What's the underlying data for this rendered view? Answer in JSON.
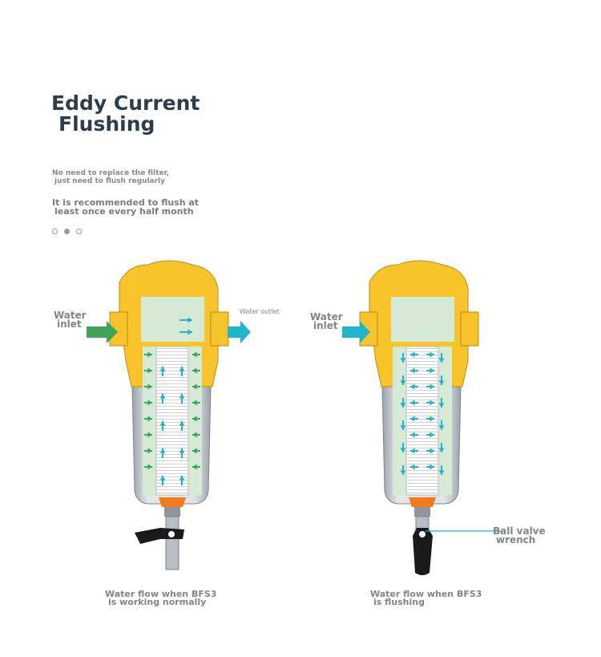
{
  "title": {
    "line1": "Eddy Current",
    "line2": "Flushing"
  },
  "subtitle1": {
    "line1": "No need to replace the filter,",
    "line2": "just need to flush regularly"
  },
  "subtitle2": {
    "line1": "It is recommended to flush at",
    "line2": "least once every half month"
  },
  "pagination": {
    "count": 3,
    "active": 1
  },
  "left": {
    "inlet": {
      "line1": "Water",
      "line2": "inlet"
    },
    "outlet": "Water outlet",
    "caption": {
      "line1": "Water flow when BFS3",
      "line2": "is working normally"
    }
  },
  "right": {
    "inlet": {
      "line1": "Water",
      "line2": "inlet"
    },
    "wrench": {
      "line1": "Ball valve",
      "line2": "wrench"
    },
    "caption": {
      "line1": "Water flow when BFS3",
      "line2": "is flushing"
    }
  },
  "colors": {
    "housing": "#f8c42c",
    "inner": "#d6ead6",
    "flow_cyan": "#22b4cd",
    "flow_green": "#3da45a",
    "bowl": "#c6ccd2",
    "valve": "#f07a1c"
  }
}
